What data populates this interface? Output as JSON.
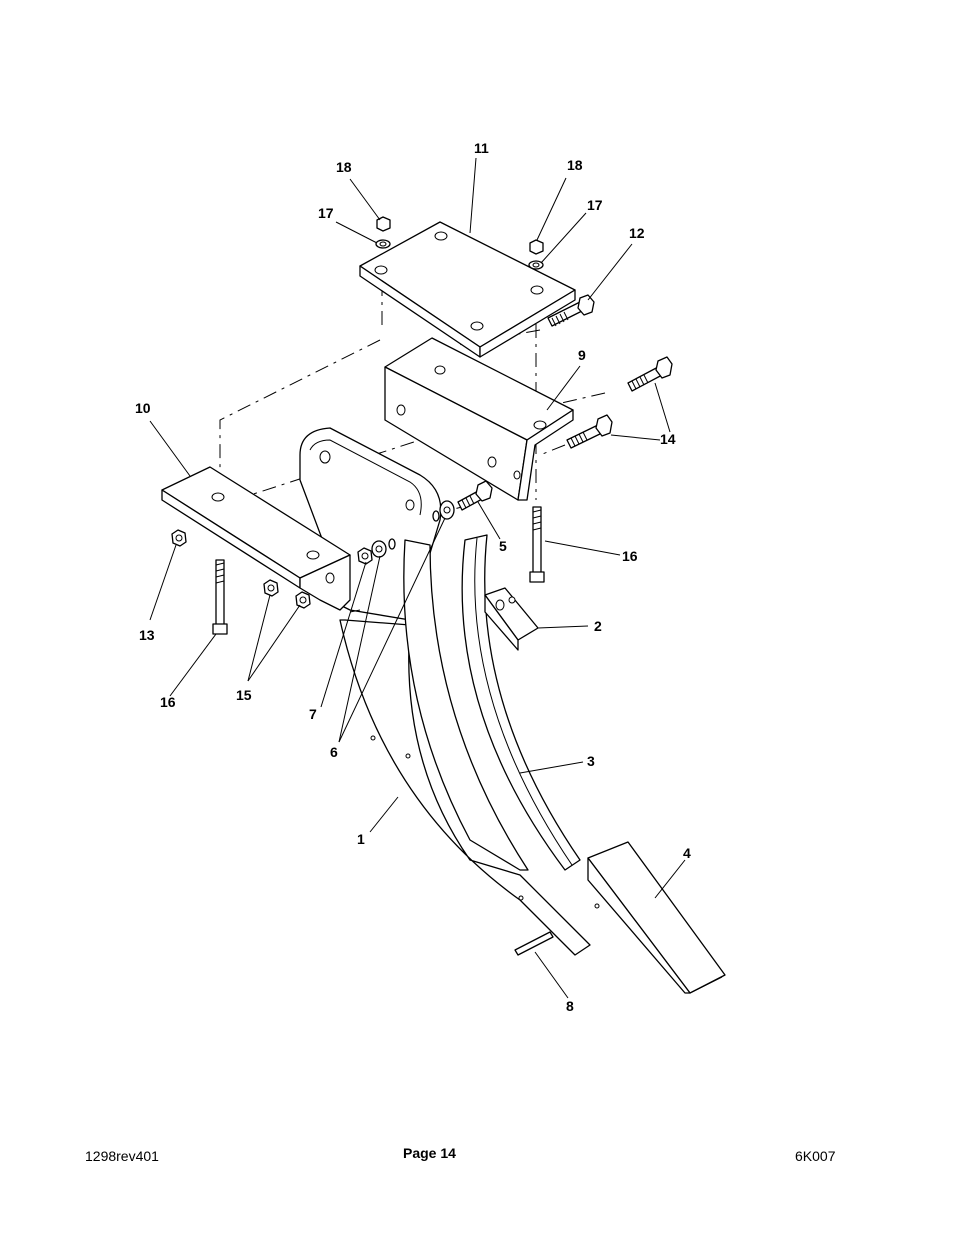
{
  "callouts": {
    "c1": "1",
    "c2": "2",
    "c3": "3",
    "c4": "4",
    "c5": "5",
    "c6": "6",
    "c7": "7",
    "c8": "8",
    "c9": "9",
    "c10": "10",
    "c11": "11",
    "c12": "12",
    "c13": "13",
    "c14": "14",
    "c15": "15",
    "c16a": "16",
    "c16b": "16",
    "c17a": "17",
    "c17b": "17",
    "c18a": "18",
    "c18b": "18"
  },
  "footer": {
    "left": "1298rev401",
    "center": "Page 14",
    "right": "6K007"
  }
}
